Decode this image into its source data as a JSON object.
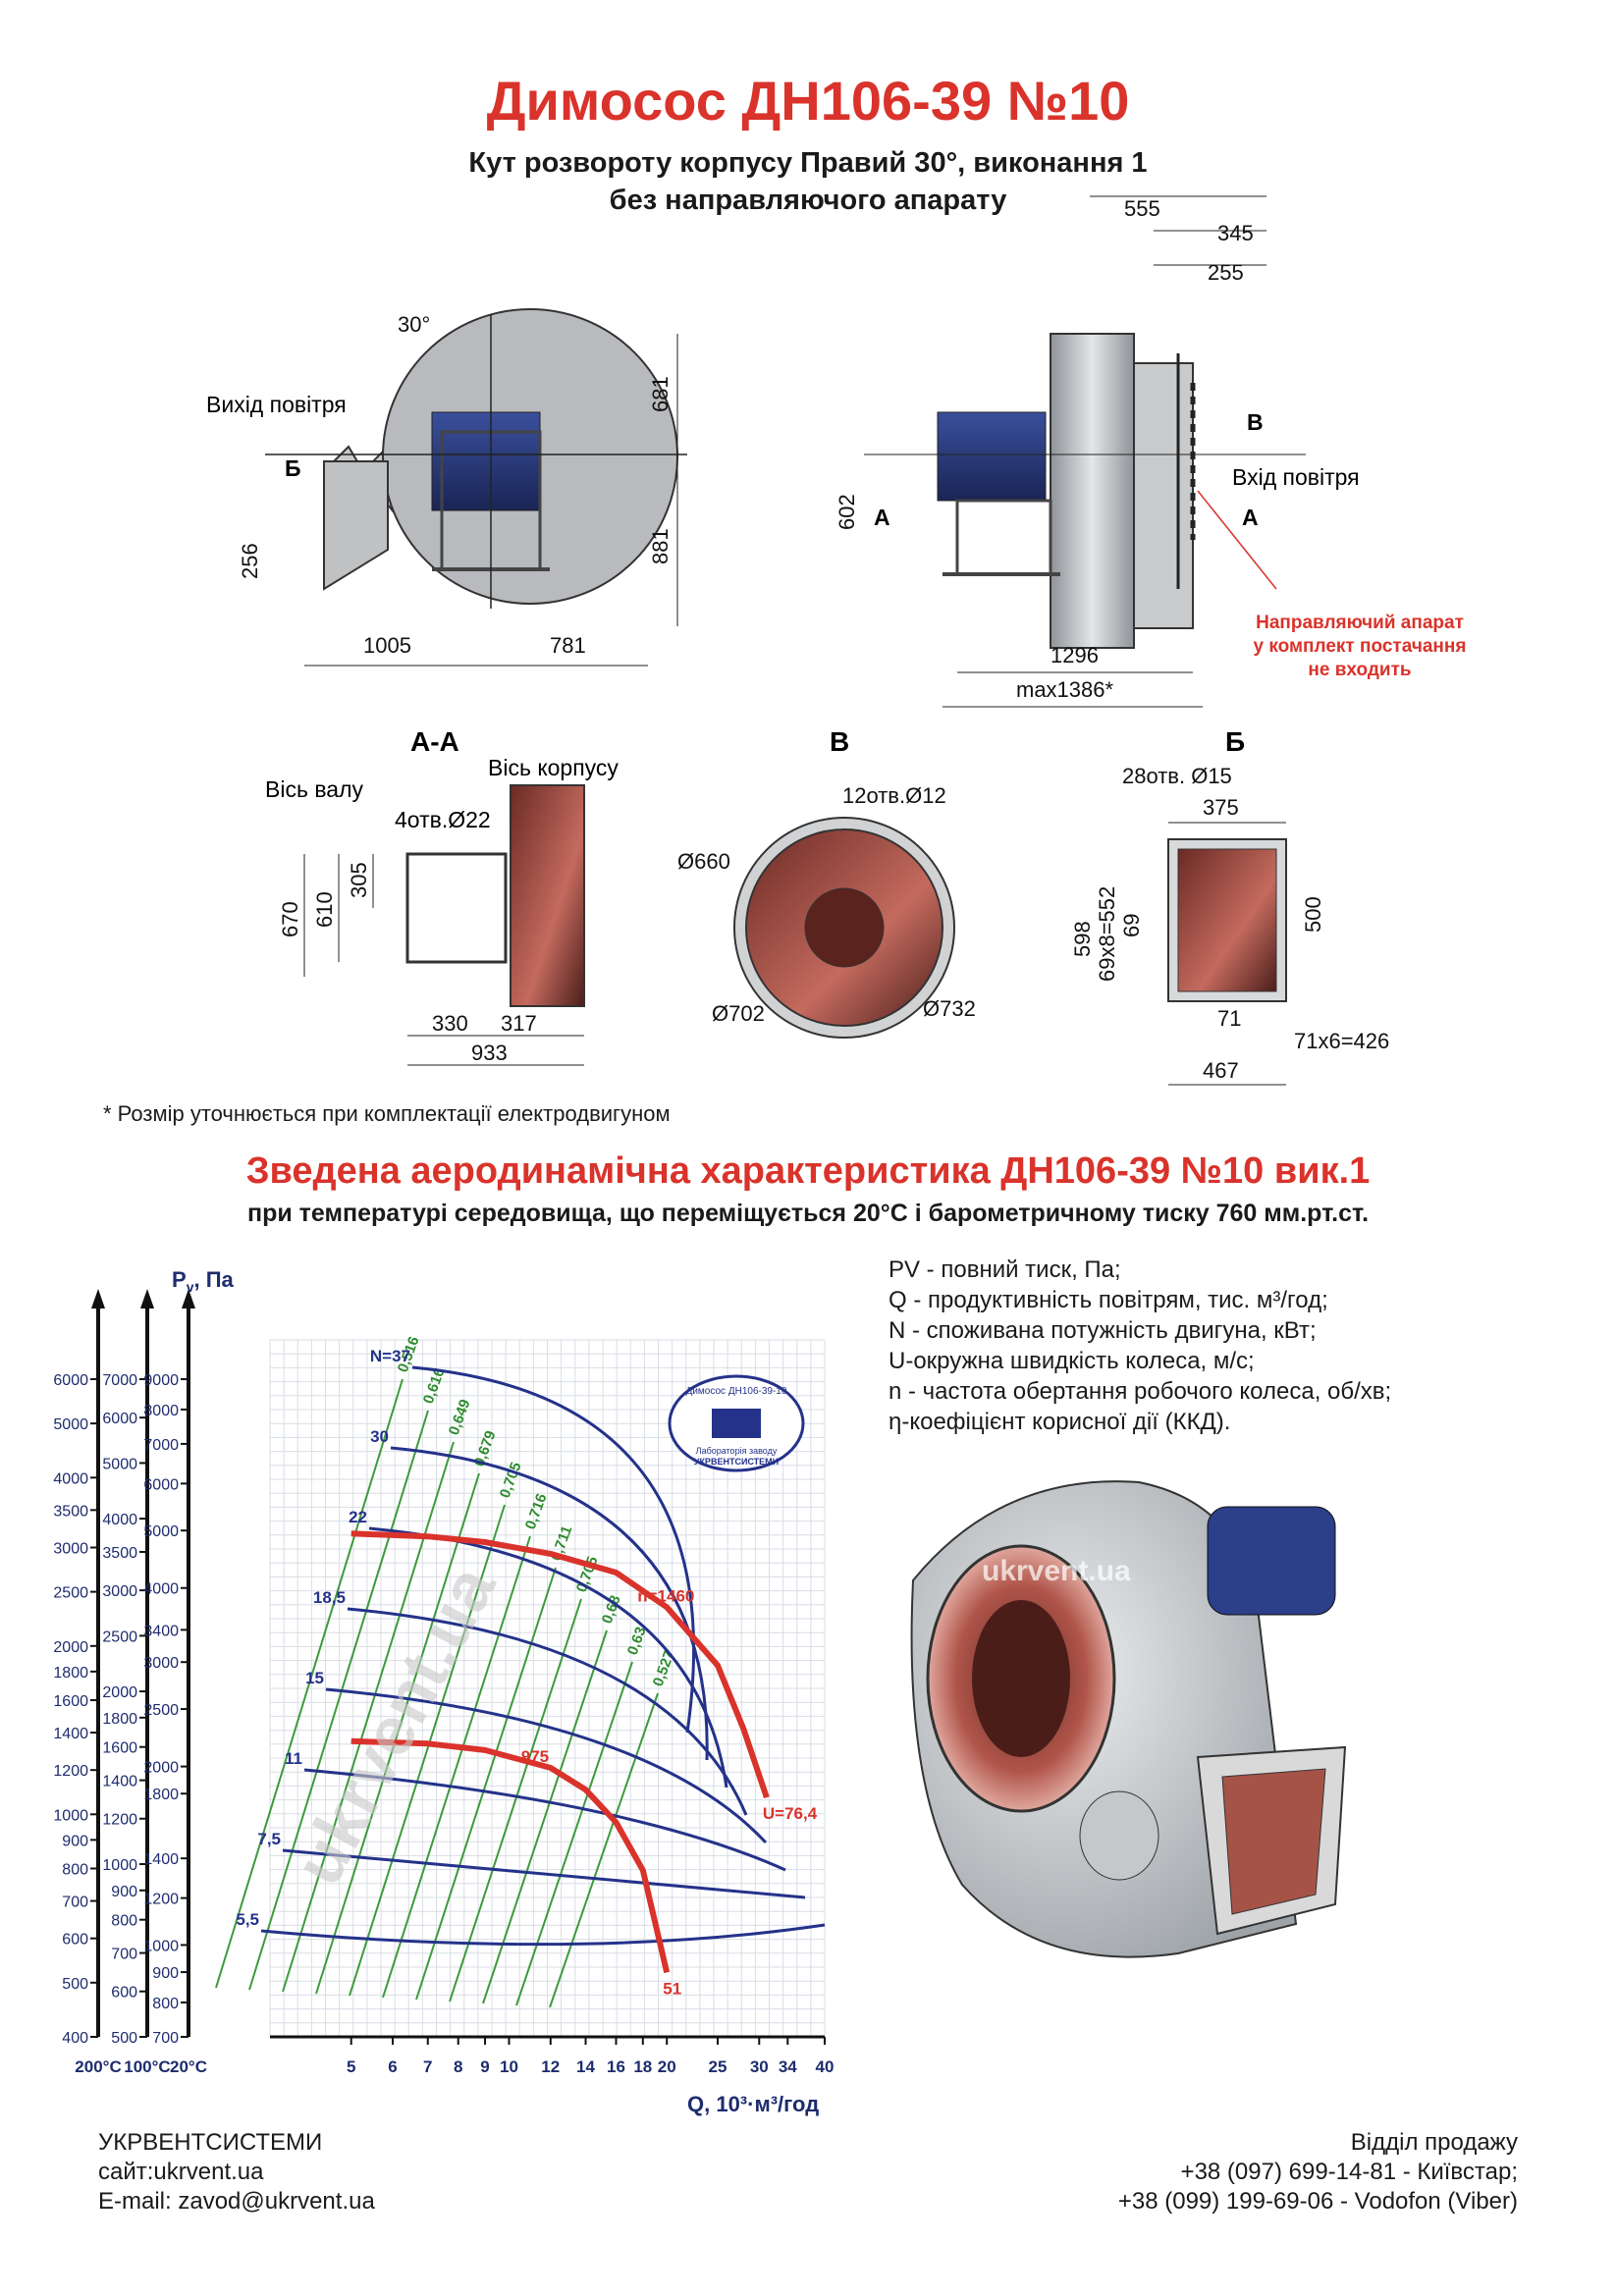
{
  "header": {
    "title": "Димосос  ДН106-39 №10",
    "subtitle1": "Кут розвороту корпусу Правий 30°, виконання 1",
    "subtitle2": "без направляючого апарату"
  },
  "drawing_front": {
    "angle": "30°",
    "outlet_label": "Вихід повітря",
    "section_b": "Б",
    "dim_top": "681",
    "dim_bottom": "881",
    "dim_left": "256",
    "dim_w1": "1005",
    "dim_w2": "781"
  },
  "drawing_side": {
    "dim_555": "555",
    "dim_345": "345",
    "dim_255": "255",
    "dim_602": "602",
    "dim_1296": "1296",
    "dim_max": "max1386*",
    "section_a": "А",
    "section_v": "В",
    "inlet_label": "Вхід повітря",
    "note_line1": "Направляючий апарат",
    "note_line2": "у комплект постачання",
    "note_line3": "не входить"
  },
  "section_aa": {
    "title": "А-А",
    "shaft_axis": "Вісь валу",
    "body_axis": "Вісь корпусу",
    "holes": "4отв.Ø22",
    "dim_670": "670",
    "dim_610": "610",
    "dim_305": "305",
    "dim_330": "330",
    "dim_317": "317",
    "dim_933": "933"
  },
  "section_v": {
    "title": "В",
    "holes": "12отв.Ø12",
    "d660": "Ø660",
    "d702": "Ø702",
    "d732": "Ø732"
  },
  "section_b": {
    "title": "Б",
    "holes": "28отв. Ø15",
    "dim_375": "375",
    "dim_598": "598",
    "dim_69x8": "69x8=552",
    "dim_69": "69",
    "dim_500": "500",
    "dim_71": "71",
    "dim_71x6": "71x6=426",
    "dim_467": "467"
  },
  "footnote": "* Розмір уточнюється при комплектації електродвигуном",
  "aero": {
    "title": "Зведена аеродинамічна характеристика ДН106-39 №10 вик.1",
    "subtitle": "при температурі середовища, що переміщується 20°С і барометричному тиску 760 мм.рт.ст."
  },
  "legend": [
    "PV - повний тиск, Па;",
    "Q - продуктивність повітрям, тис. м³/год;",
    "N - споживана потужність двигуна, кВт;",
    "U-окружна швидкість колеса, м/с;",
    "n - частота обертання робочого колеса, об/хв;",
    "η-коефіцієнт корисної дії (ККД)."
  ],
  "stamp": {
    "line1": "Димосос ДН106-39-10",
    "line2": "Лабораторія заводу",
    "line3": "УКРВЕНТСИСТЕМИ"
  },
  "watermark": "ukrvent.ua",
  "chart_data": {
    "type": "line",
    "title": "",
    "ylabel": "P<sub>v</sub>, Па",
    "xlabel": "Q, 10³·м³/год",
    "y_axes": [
      {
        "temp": "200°С",
        "ticks": [
          "6000",
          "5000",
          "4000",
          "3500",
          "3000",
          "2500",
          "2000",
          "1800",
          "1600",
          "1400",
          "1200",
          "1000",
          "900",
          "800",
          "700",
          "600",
          "500",
          "400"
        ]
      },
      {
        "temp": "100°С",
        "ticks": [
          "7000",
          "6000",
          "5000",
          "4000",
          "3500",
          "3000",
          "2500",
          "2000",
          "1800",
          "1600",
          "1400",
          "1200",
          "1000",
          "900",
          "800",
          "700",
          "600",
          "500"
        ]
      },
      {
        "temp": "20°С",
        "ticks": [
          "9000",
          "8000",
          "7000",
          "6000",
          "5000",
          "4000",
          "3400",
          "3000",
          "2500",
          "2000",
          "1800",
          "1400",
          "1200",
          "1000",
          "900",
          "800",
          "700"
        ]
      }
    ],
    "x_ticks": [
      "5",
      "6",
      "7",
      "8",
      "9",
      "10",
      "12",
      "14",
      "16",
      "18",
      "20",
      "25",
      "30",
      "34",
      "40"
    ],
    "power_labels": [
      "N=37",
      "30",
      "22",
      "18,5",
      "15",
      "11",
      "7,5",
      "5,5"
    ],
    "efficiency_labels": [
      "0,516",
      "0,616",
      "0,649",
      "0,679",
      "0,705",
      "0,716",
      "0,711",
      "0,705",
      "0,68",
      "0,63",
      "0,527"
    ],
    "series": [
      {
        "name": "n=1460",
        "end_label": "U=76,4",
        "x": [
          5,
          7,
          9,
          12,
          16,
          20,
          25,
          28,
          31
        ],
        "y": [
          4550,
          4500,
          4400,
          4200,
          3900,
          3400,
          2700,
          2100,
          1600
        ]
      },
      {
        "name": "975",
        "end_label": "51",
        "x": [
          5,
          7,
          9,
          12,
          14,
          16,
          18,
          20
        ],
        "y": [
          2000,
          1980,
          1930,
          1800,
          1650,
          1450,
          1200,
          800
        ]
      }
    ]
  },
  "footer": {
    "company": "УКРВЕНТСИСТЕМИ",
    "site": "сайт:ukrvent.ua",
    "email": "E-mail: zavod@ukrvent.ua",
    "sales": "Відділ продажу",
    "phone1": "+38 (097) 699-14-81 - Київстар;",
    "phone2": "+38 (099) 199-69-06 - Vodofon (Viber)"
  }
}
